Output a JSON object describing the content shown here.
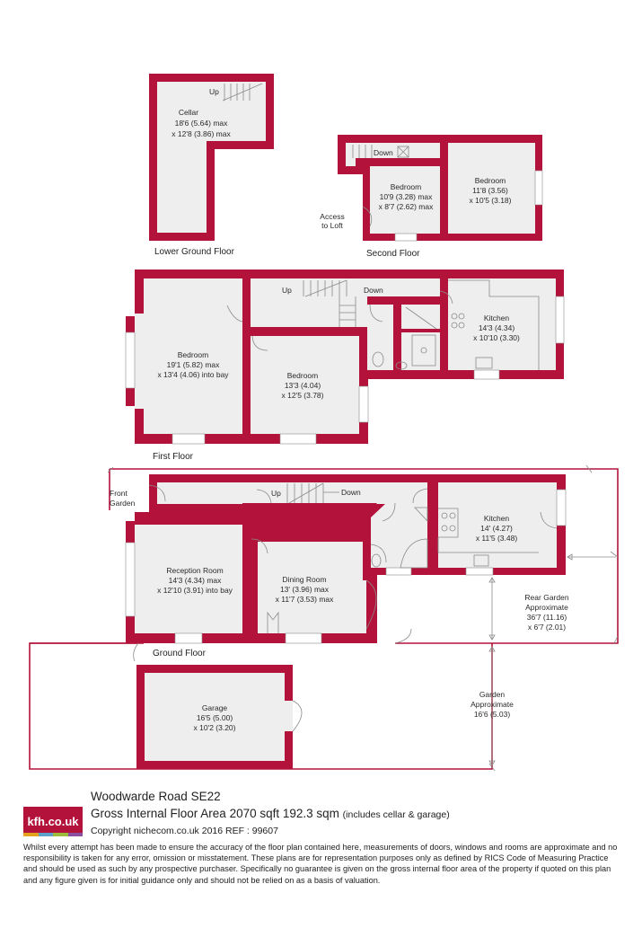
{
  "floors": {
    "lower_ground": "Lower Ground Floor",
    "second": "Second Floor",
    "first": "First Floor",
    "ground": "Ground Floor"
  },
  "rooms": {
    "cellar": {
      "name": "Cellar",
      "dim1": "18'6 (5.64) max",
      "dim2": "x 12'8 (3.86) max"
    },
    "second_bedroom_1": {
      "name": "Bedroom",
      "dim1": "10'9 (3.28) max",
      "dim2": "x 8'7 (2.62) max"
    },
    "second_bedroom_2": {
      "name": "Bedroom",
      "dim1": "11'8 (3.56)",
      "dim2": "x 10'5 (3.18)"
    },
    "first_bedroom_1": {
      "name": "Bedroom",
      "dim1": "19'1 (5.82) max",
      "dim2": "x 13'4 (4.06) into bay"
    },
    "first_bedroom_2": {
      "name": "Bedroom",
      "dim1": "13'3 (4.04)",
      "dim2": "x 12'5 (3.78)"
    },
    "first_kitchen": {
      "name": "Kitchen",
      "dim1": "14'3 (4.34)",
      "dim2": "x 10'10 (3.30)"
    },
    "reception": {
      "name": "Reception Room",
      "dim1": "14'3 (4.34) max",
      "dim2": "x 12'10 (3.91) into bay"
    },
    "dining": {
      "name": "Dining Room",
      "dim1": "13' (3.96) max",
      "dim2": "x 11'7 (3.53) max"
    },
    "ground_kitchen": {
      "name": "Kitchen",
      "dim1": "14' (4.27)",
      "dim2": "x 11'5 (3.48)"
    },
    "garage": {
      "name": "Garage",
      "dim1": "16'5 (5.00)",
      "dim2": "x 10'2 (3.20)"
    }
  },
  "outdoor": {
    "front_garden_1": "Front",
    "front_garden_2": "Garden",
    "rear_garden": {
      "name": "Rear Garden",
      "line2": "Approximate",
      "dim1": "36'7 (11.16)",
      "dim2": "x 6'7 (2.01)"
    },
    "garden": {
      "name": "Garden",
      "line2": "Approximate",
      "dim1": "16'6 (5.03)"
    }
  },
  "stairs": {
    "up": "Up",
    "down": "Down",
    "access_1": "Access",
    "access_2": "to Loft"
  },
  "footer": {
    "logo": "kfh.co.uk",
    "address": "Woodwarde Road  SE22",
    "gia": "Gross Internal Floor Area 2070 sqft 192.3 sqm",
    "gia_note": "(includes cellar & garage)",
    "copyright": "Copyright nichecom.co.uk 2016 REF : 99607",
    "disclaimer": "Whilst every attempt has been made to ensure the accuracy of the floor plan contained here, measurements of doors, windows and rooms are approximate and no responsibility is taken for any error, omission or misstatement. These plans are for representation purposes only as defined by RICS Code of Measuring Practice and should be used as such by any prospective purchaser. Specifically no guarantee is given on the gross internal floor area of the property if quoted on this plan and any figure given is for initial guidance only and should not be relied on as a basis of valuation."
  },
  "colors": {
    "wall": "#b3123a",
    "room": "#efeeee",
    "logo_stripe": [
      "#e4a11b",
      "#5aa0c8",
      "#9dbb3a",
      "#8c4fa0"
    ]
  }
}
